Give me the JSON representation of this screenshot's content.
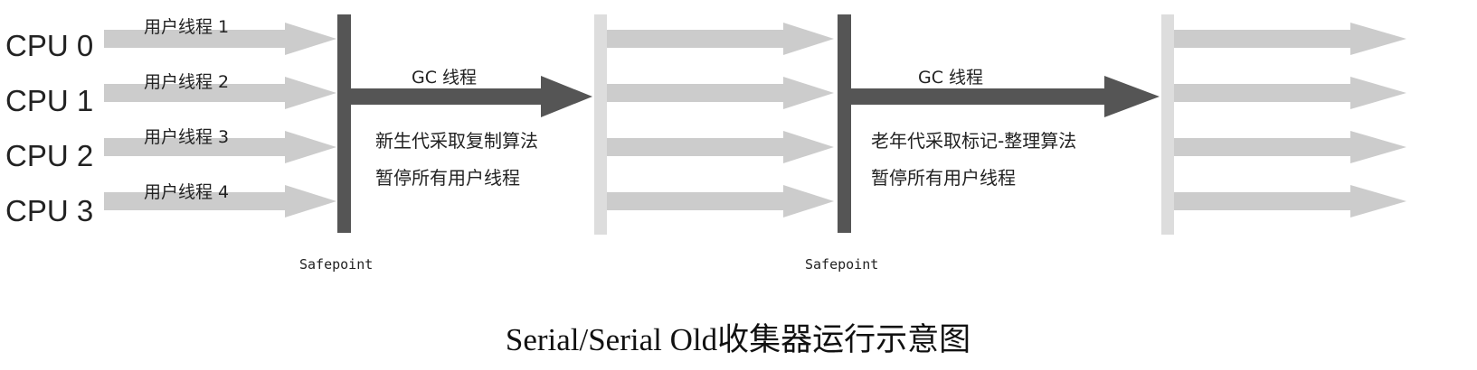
{
  "colors": {
    "background": "#ffffff",
    "user_thread_arrow": "#cccccc",
    "safepoint_bar": "#555555",
    "gc_arrow": "#555555",
    "text": "#222222"
  },
  "cpus": [
    "CPU 0",
    "CPU 1",
    "CPU 2",
    "CPU 3"
  ],
  "user_threads": [
    "用户线程 1",
    "用户线程 2",
    "用户线程 3",
    "用户线程 4"
  ],
  "phase1": {
    "gc_label": "GC 线程",
    "description": [
      "新生代采取复制算法",
      "暂停所有用户线程"
    ],
    "safepoint": "Safepoint"
  },
  "phase2": {
    "gc_label": "GC 线程",
    "description": [
      "老年代采取标记-整理算法",
      "暂停所有用户线程"
    ],
    "safepoint": "Safepoint"
  },
  "caption": "Serial/Serial Old收集器运行示意图"
}
